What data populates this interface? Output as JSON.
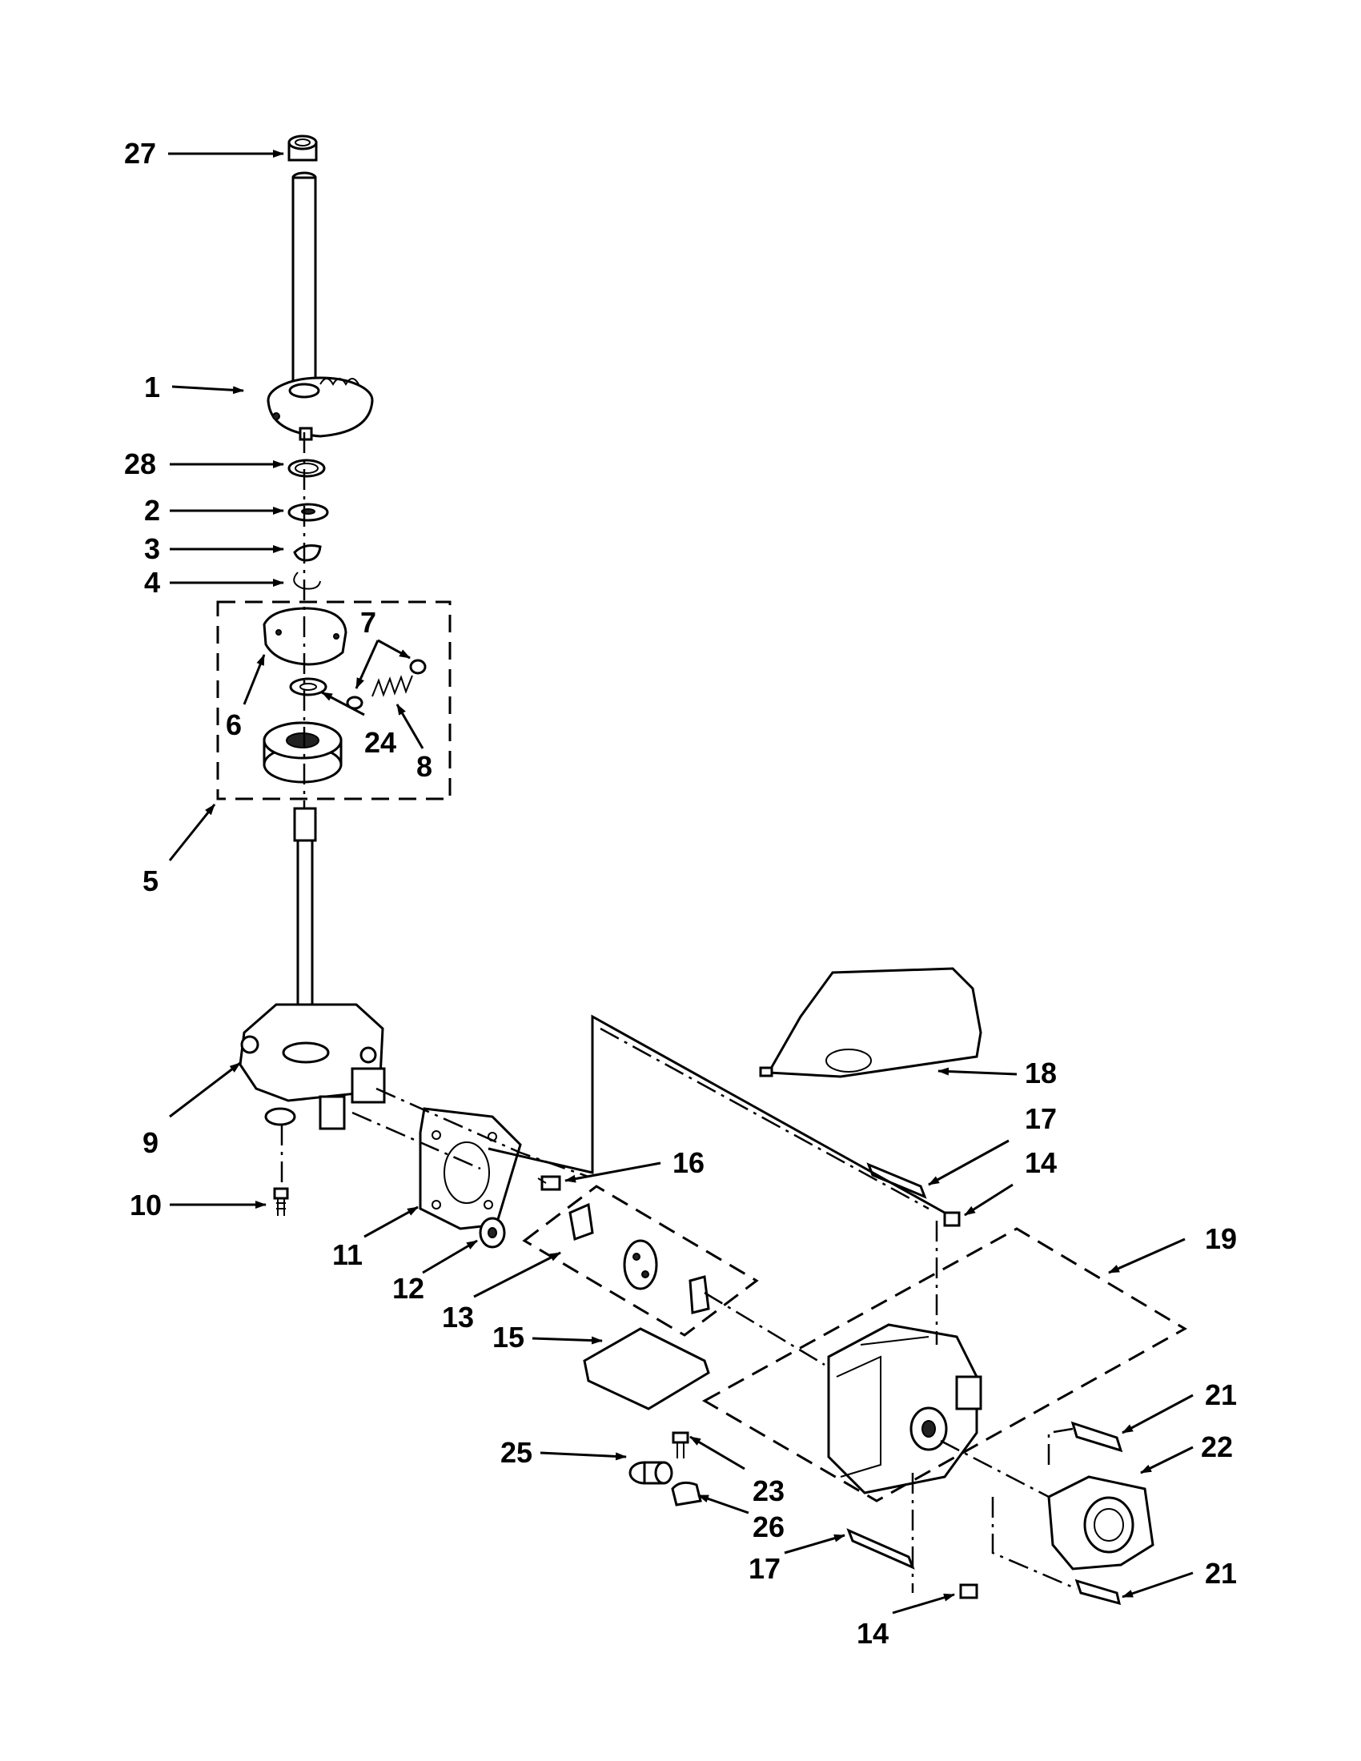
{
  "callouts": {
    "c27": "27",
    "c1": "1",
    "c28": "28",
    "c2": "2",
    "c3": "3",
    "c4": "4",
    "c7": "7",
    "c6": "6",
    "c24": "24",
    "c8": "8",
    "c5": "5",
    "c9": "9",
    "c10": "10",
    "c11": "11",
    "c12": "12",
    "c13": "13",
    "c16": "16",
    "c15": "15",
    "c18": "18",
    "c17a": "17",
    "c14a": "14",
    "c19": "19",
    "c21a": "21",
    "c22": "22",
    "c25": "25",
    "c23": "23",
    "c26": "26",
    "c17b": "17",
    "c21b": "21",
    "c14b": "14"
  }
}
